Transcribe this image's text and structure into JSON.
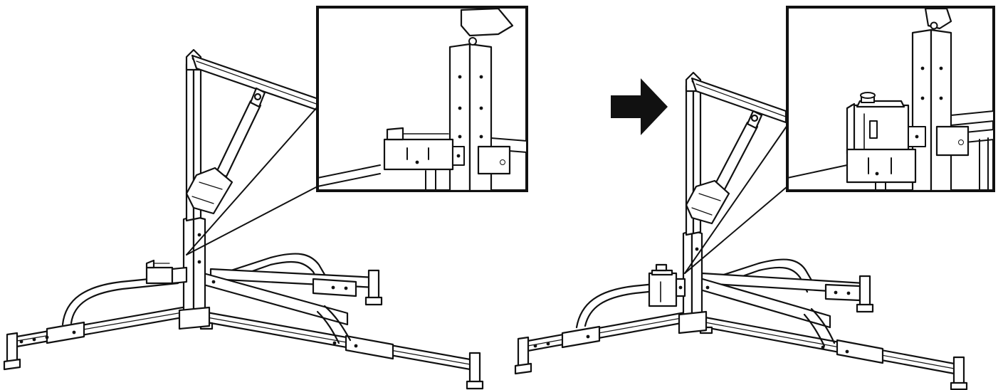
{
  "figure": {
    "panels": [
      {
        "id": "before",
        "step": "bracket-empty"
      },
      {
        "id": "after",
        "step": "bracket-with-controller"
      }
    ],
    "arrow": {
      "direction": "right",
      "color": "#111111"
    },
    "line_color": "#111111",
    "background": "#ffffff"
  }
}
